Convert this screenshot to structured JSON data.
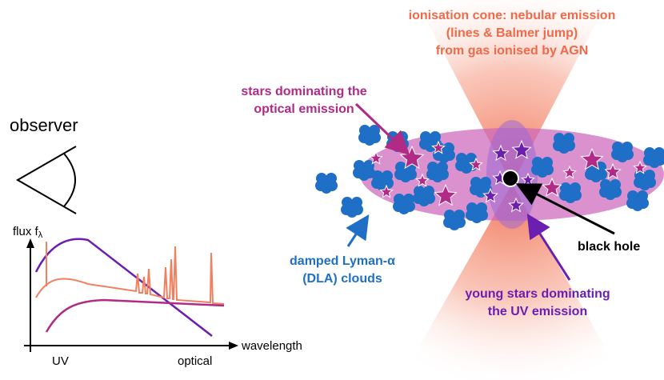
{
  "observer": {
    "label": "observer"
  },
  "spectrum": {
    "ylabel_main": "flux f",
    "ylabel_sub": "λ",
    "xlabel": "wavelength",
    "x_ticks": [
      "UV",
      "optical"
    ]
  },
  "labels": {
    "cone_line1": "ionisation cone: nebular emission",
    "cone_line2": "(lines & Balmer jump)",
    "cone_line3": "from gas ionised by AGN",
    "stars_line1": "stars dominating the",
    "stars_line2": "optical emission",
    "dla_line1": "damped Lyman-α",
    "dla_line2": "(DLA) clouds",
    "bh": "black hole",
    "young_line1": "young stars dominating",
    "young_line2": "the UV emission"
  },
  "colors": {
    "cone": "#f06a4a",
    "galaxy": "#cc66bb",
    "magenta": "#b02a86",
    "purple": "#6a1fb0",
    "blue": "#1f6fc7",
    "black": "#000000"
  }
}
